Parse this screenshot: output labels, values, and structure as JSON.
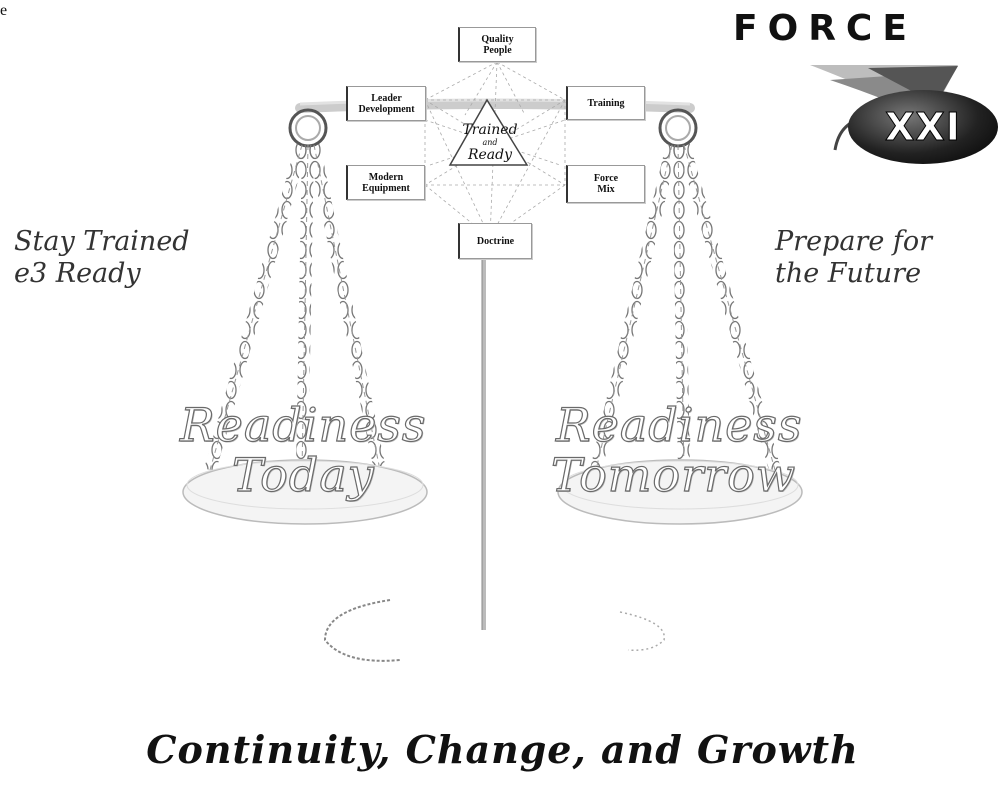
{
  "stray_text": "e",
  "boxes": {
    "quality_people": "Quality\nPeople",
    "leader_development": "Leader\nDevelopment",
    "training": "Training",
    "modern_equipment": "Modern\nEquipment",
    "force_mix": "Force\nMix",
    "doctrine": "Doctrine"
  },
  "center_triangle": {
    "line1": "Trained",
    "line2": "and",
    "line3": "Ready"
  },
  "left_caption": "Stay Trained\ne3 Ready",
  "right_caption": "Prepare for\nthe Future",
  "left_pan": {
    "line1": "Readiness",
    "line2": "Today"
  },
  "right_pan": {
    "line1": "Readiness",
    "line2": "Tomorrow"
  },
  "logo": {
    "word": "FORCE",
    "numeral": "XXI"
  },
  "motto": "Continuity, Change, and Growth"
}
